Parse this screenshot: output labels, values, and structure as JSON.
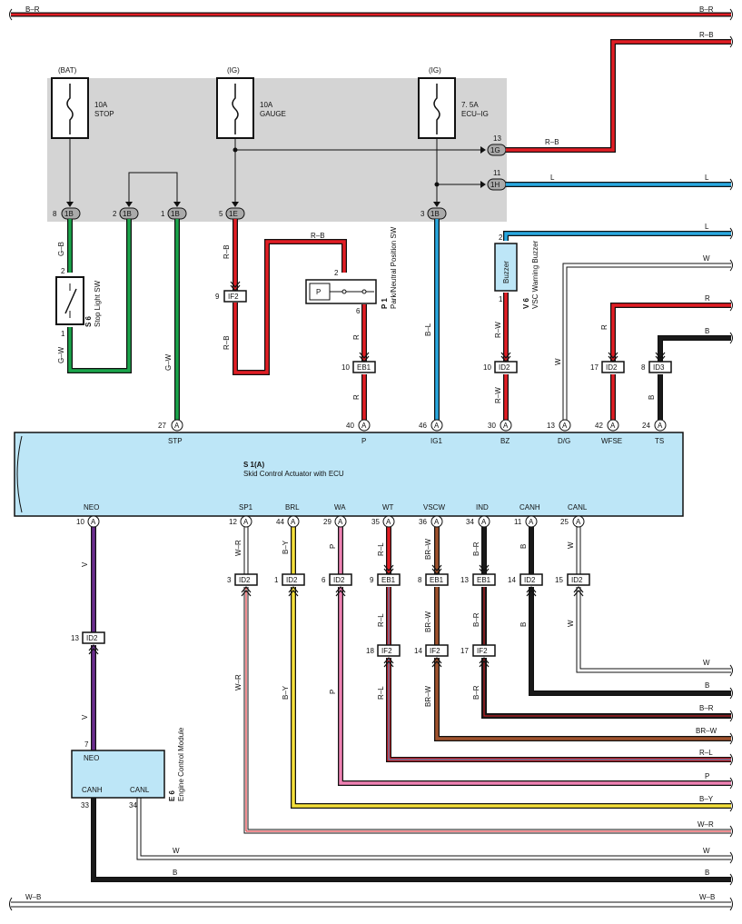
{
  "rails": {
    "top": "B–R",
    "bottom": "W–B"
  },
  "fuses": [
    {
      "id": "stop",
      "supply": "(BAT)",
      "amp": "10A",
      "name": "STOP"
    },
    {
      "id": "gauge",
      "supply": "(IG)",
      "amp": "10A",
      "name": "GAUGE"
    },
    {
      "id": "ecuig",
      "supply": "(IG)",
      "amp": "7. 5A",
      "name": "ECU–IG"
    }
  ],
  "junction_connectors": [
    {
      "pin": "8",
      "code": "1B"
    },
    {
      "pin": "2",
      "code": "1B"
    },
    {
      "pin": "1",
      "code": "1B"
    },
    {
      "pin": "5",
      "code": "1E"
    },
    {
      "pin": "3",
      "code": "1B"
    },
    {
      "pin": "13",
      "code": "1G"
    },
    {
      "pin": "11",
      "code": "1H"
    }
  ],
  "components": {
    "stop_sw": {
      "code": "S 6",
      "name": "Stop Light SW",
      "pin_top": "2",
      "pin_bottom": "1"
    },
    "park_sw": {
      "code": "P 1",
      "name": "Park/Neutral Position SW",
      "symbol": "P",
      "pin_in": "2",
      "pin_out": "6"
    },
    "buzzer": {
      "code": "V 6",
      "name": "VSC Warning Buzzer",
      "symbol": "Buzzer",
      "pin_top": "2",
      "pin_bottom": "1"
    },
    "ecu": {
      "code": "S 1(A)",
      "name": "Skid Control Actuator with ECU"
    },
    "ecm": {
      "code": "E 6",
      "name": "Engine Control Module",
      "t_neo": "NEO",
      "t_canh": "CANH",
      "t_canl": "CANL",
      "pin_neo": "7",
      "pin_canh": "33",
      "pin_canl": "34"
    }
  },
  "inline_connectors": [
    {
      "pin": "9",
      "code": "IF2"
    },
    {
      "pin": "10",
      "code": "EB1"
    },
    {
      "pin": "10",
      "code": "ID2"
    },
    {
      "pin": "17",
      "code": "ID2"
    },
    {
      "pin": "8",
      "code": "ID3"
    },
    {
      "pin": "3",
      "code": "ID2"
    },
    {
      "pin": "1",
      "code": "ID2"
    },
    {
      "pin": "6",
      "code": "ID2"
    },
    {
      "pin": "9",
      "code": "EB1"
    },
    {
      "pin": "8",
      "code": "EB1"
    },
    {
      "pin": "13",
      "code": "EB1"
    },
    {
      "pin": "14",
      "code": "ID2"
    },
    {
      "pin": "15",
      "code": "ID2"
    },
    {
      "pin": "18",
      "code": "IF2"
    },
    {
      "pin": "14",
      "code": "IF2"
    },
    {
      "pin": "17",
      "code": "IF2"
    },
    {
      "pin": "13",
      "code": "ID2"
    }
  ],
  "ecu_top_terminals": [
    {
      "pin": "27",
      "conn": "A",
      "name": "STP"
    },
    {
      "pin": "40",
      "conn": "A",
      "name": "P"
    },
    {
      "pin": "46",
      "conn": "A",
      "name": "IG1"
    },
    {
      "pin": "30",
      "conn": "A",
      "name": "BZ"
    },
    {
      "pin": "13",
      "conn": "A",
      "name": "D/G"
    },
    {
      "pin": "42",
      "conn": "A",
      "name": "WFSE"
    },
    {
      "pin": "24",
      "conn": "A",
      "name": "TS"
    }
  ],
  "ecu_bottom_terminals": [
    {
      "pin": "10",
      "conn": "A",
      "name": "NEO"
    },
    {
      "pin": "12",
      "conn": "A",
      "name": "SP1"
    },
    {
      "pin": "44",
      "conn": "A",
      "name": "BRL"
    },
    {
      "pin": "29",
      "conn": "A",
      "name": "WA"
    },
    {
      "pin": "35",
      "conn": "A",
      "name": "WT"
    },
    {
      "pin": "36",
      "conn": "A",
      "name": "VSCW"
    },
    {
      "pin": "34",
      "conn": "A",
      "name": "IND"
    },
    {
      "pin": "11",
      "conn": "A",
      "name": "CANH"
    },
    {
      "pin": "25",
      "conn": "A",
      "name": "CANL"
    }
  ],
  "wire_labels": [
    "G–B",
    "G–W",
    "G–W",
    "R–B",
    "R–B",
    "R–B",
    "R–B",
    "R",
    "R",
    "B–L",
    "R–W",
    "R–W",
    "W",
    "R",
    "B",
    "V",
    "V",
    "W–R",
    "W–R",
    "B–Y",
    "B–Y",
    "P",
    "P",
    "R–L",
    "R–L",
    "R–L",
    "BR–W",
    "BR–W",
    "BR–W",
    "B–R",
    "B–R",
    "B–R",
    "B",
    "B",
    "W",
    "W",
    "R–B",
    "L",
    "L",
    "L",
    "W",
    "R",
    "B",
    "W",
    "B",
    "B–R",
    "BR–W",
    "R–L",
    "P",
    "B–Y",
    "W–R",
    "W",
    "B",
    "W"
  ],
  "colors": {
    "red": "#e21d24",
    "green": "#1aa54b",
    "blue": "#29a8e0",
    "purple": "#6b2d8f",
    "brown": "#a0522d",
    "pink": "#ef82b4",
    "yellow": "#f5e03a",
    "black": "#1a1a1a",
    "ecu_fill": "#bde6f7",
    "fuse_bg": "#d4d4d4"
  }
}
